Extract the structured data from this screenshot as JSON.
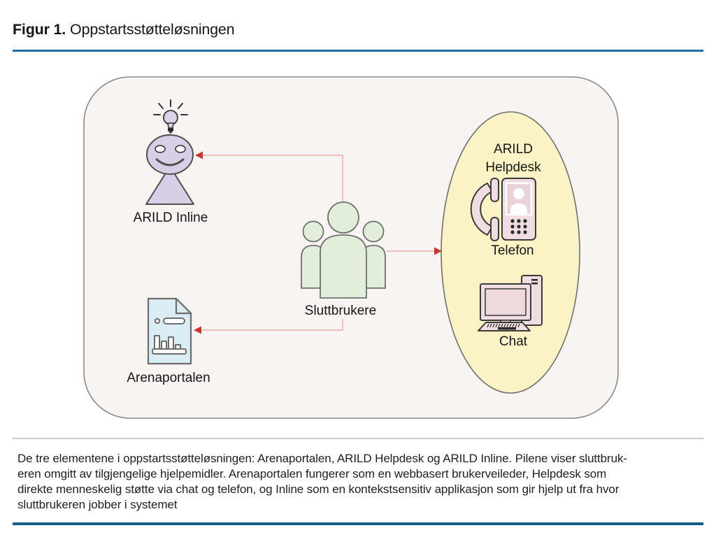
{
  "figure_header": {
    "label": "Figur 1.",
    "title": "Oppstartsstøtteløsningen"
  },
  "diagram": {
    "arild_inline": {
      "label": "ARILD Inline",
      "icon": "lightbulb-icon + smiley-person-icon"
    },
    "sluttbrukere": {
      "label": "Sluttbrukere",
      "icon": "users-group-icon"
    },
    "arenaportalen": {
      "label": "Arenaportalen",
      "icon": "document-chart-icon"
    },
    "arild_helpdesk": {
      "name_line1": "ARILD",
      "name_line2": "Helpdesk",
      "channels": [
        {
          "label": "Telefon",
          "icon": "phone-icon"
        },
        {
          "label": "Chat",
          "icon": "desktop-computer-icon"
        }
      ]
    },
    "arrows": [
      {
        "from": "Sluttbrukere",
        "to": "ARILD Inline"
      },
      {
        "from": "Sluttbrukere",
        "to": "ARILD Helpdesk"
      },
      {
        "from": "Sluttbrukere",
        "to": "Arenaportalen"
      }
    ],
    "colors": {
      "frame_fill": "#f8f4f2",
      "frame_stroke": "#8a8a8a",
      "helpdesk_ellipse_fill": "#fbf2c6",
      "person_green": "#e2eed9",
      "inline_lavender": "#d6cfe6",
      "document_blue": "#daedf4",
      "device_pink": "#f0dde1",
      "arrow_line": "#ebb6b1",
      "arrow_head": "#c2392f",
      "rule_blue_top": "#1f6fa3",
      "rule_blue_bottom": "#155d89",
      "rule_gray": "#cbcbcb"
    }
  },
  "caption": {
    "lines": [
      "De tre elementene i oppstartsstøtteløsningen: Arenaportalen, ARILD Helpdesk og ARILD Inline. Pilene viser sluttbruk-",
      "eren omgitt av tilgjengelige hjelpemidler. Arenaportalen fungerer som en webbasert brukerveileder, Helpdesk som",
      "direkte menneskelig støtte via chat og telefon, og Inline som en kontekstsensitiv applikasjon som gir hjelp ut fra hvor",
      "sluttbrukeren jobber i systemet"
    ]
  }
}
